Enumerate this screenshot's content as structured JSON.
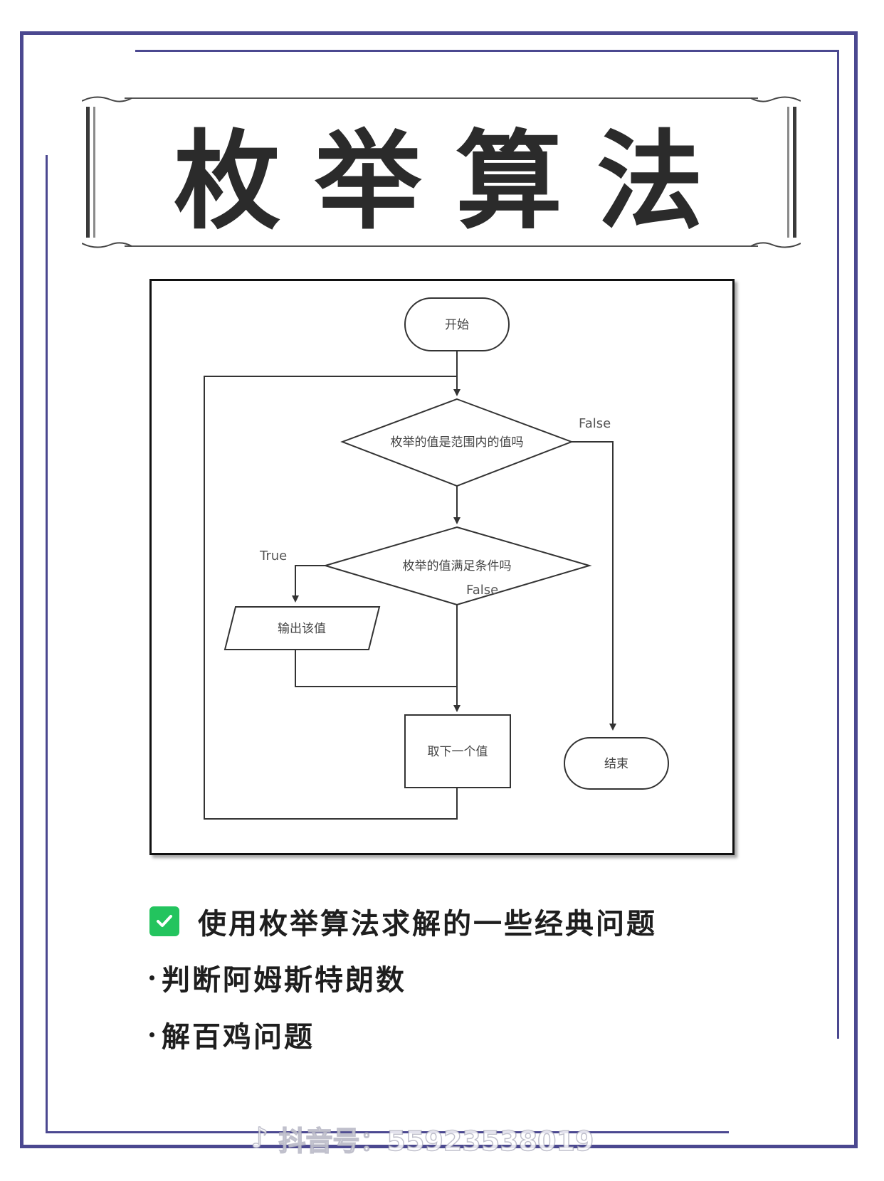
{
  "title": "枚举算法",
  "flowchart": {
    "start": "开始",
    "decision_range": "枚举的值是范围内的值吗",
    "decision_condition": "枚举的值满足条件吗",
    "output": "输出该值",
    "next": "取下一个值",
    "end": "结束",
    "label_false_range": "False",
    "label_true": "True",
    "label_false_condition": "False"
  },
  "list": {
    "heading": "使用枚举算法求解的一些经典问题",
    "items": [
      "判断阿姆斯特朗数",
      "解百鸡问题"
    ]
  },
  "watermark": {
    "text": "抖音号：55923538019"
  },
  "colors": {
    "frame": "#4b4890",
    "check": "#23c45e",
    "title": "#2b2b2b"
  },
  "icons": {
    "check": "check-icon",
    "watermark_logo": "douyin-logo-icon"
  }
}
